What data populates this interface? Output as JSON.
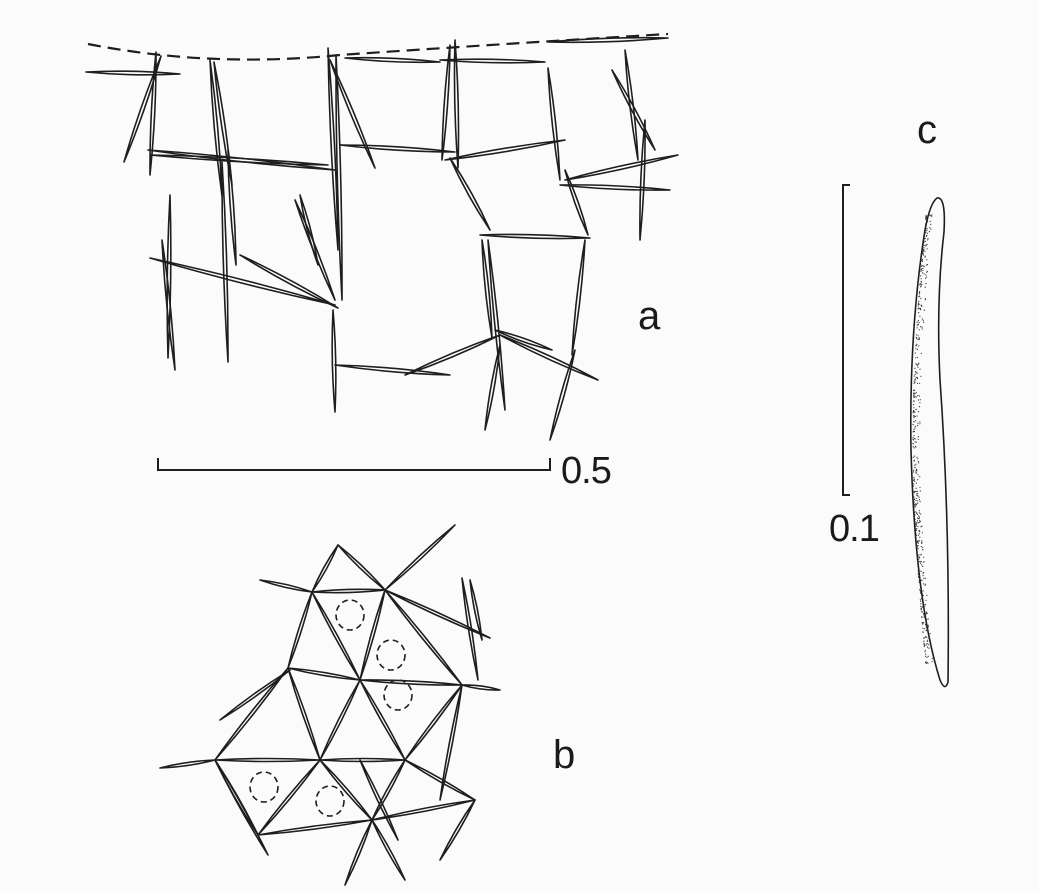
{
  "panels": {
    "a": {
      "label": "a"
    },
    "b": {
      "label": "b"
    },
    "c": {
      "label": "c"
    }
  },
  "scale_bars": {
    "a": {
      "text": "0.5"
    },
    "c": {
      "text": "0.1"
    }
  }
}
